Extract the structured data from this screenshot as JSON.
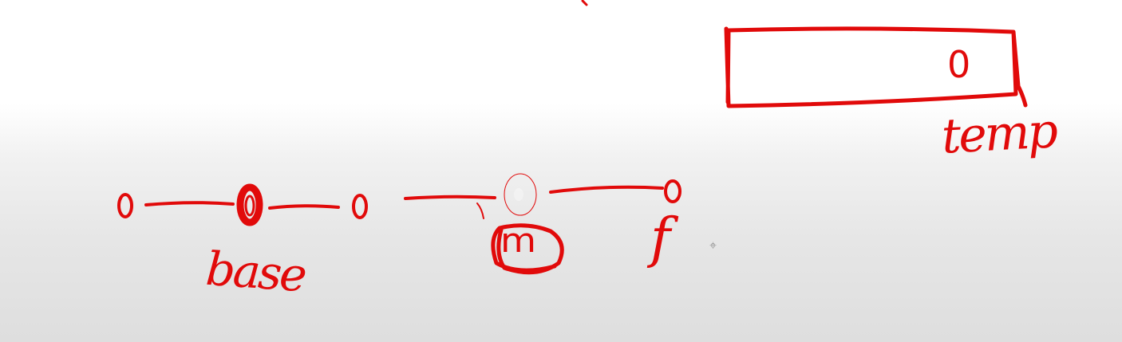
{
  "colors": {
    "ink": "#e10a0a",
    "background_top": "#ffffff",
    "background_bottom": "#dedede",
    "cursor": "#9a9a9a"
  },
  "labels": {
    "base": "base",
    "m": "m",
    "f": "f",
    "temp": "temp",
    "temp_slot_value": "0"
  },
  "list": {
    "node_count": 6,
    "highlighted_nodes": [
      "base",
      "m"
    ]
  },
  "icons": {
    "cursor": "crosshair-cursor-icon"
  }
}
